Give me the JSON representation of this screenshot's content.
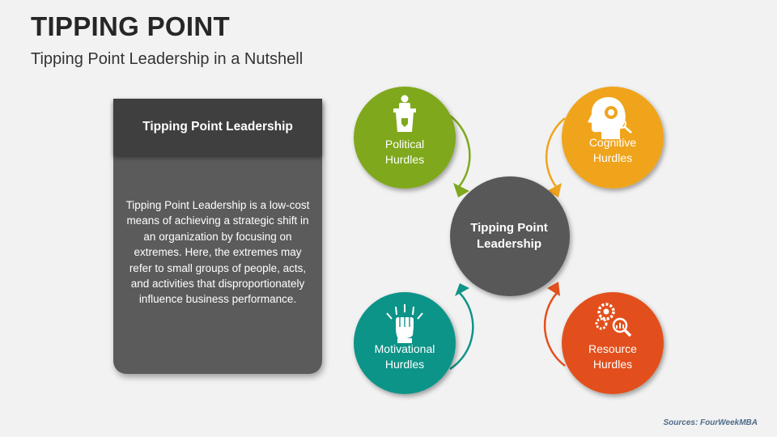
{
  "header": {
    "title": "TIPPING POINT",
    "subtitle": "Tipping Point Leadership in a Nutshell"
  },
  "card": {
    "heading": "Tipping Point Leadership",
    "body": "Tipping Point Leadership is a low-cost means of achieving a strategic shift in an organization by focusing on extremes. Here, the extremes may refer to small groups of people, acts, and activities that disproportionately influence business performance."
  },
  "diagram": {
    "center": {
      "label": "Tipping Point\nLeadership",
      "color": "#595959"
    },
    "nodes": [
      {
        "id": "political",
        "label": "Political\nHurdles",
        "color": "#7fa81f",
        "icon": "podium-icon"
      },
      {
        "id": "cognitive",
        "label": "Cognitive\nHurdles",
        "color": "#f0a41e",
        "icon": "head-gear-icon"
      },
      {
        "id": "motivational",
        "label": "Motivational\nHurdles",
        "color": "#119488",
        "icon": "raised-fist-icon"
      },
      {
        "id": "resource",
        "label": "Resource\nHurdles",
        "color": "#e2501e",
        "icon": "gears-magnifier-icon"
      }
    ]
  },
  "footer": {
    "source": "Sources: FourWeekMBA"
  }
}
